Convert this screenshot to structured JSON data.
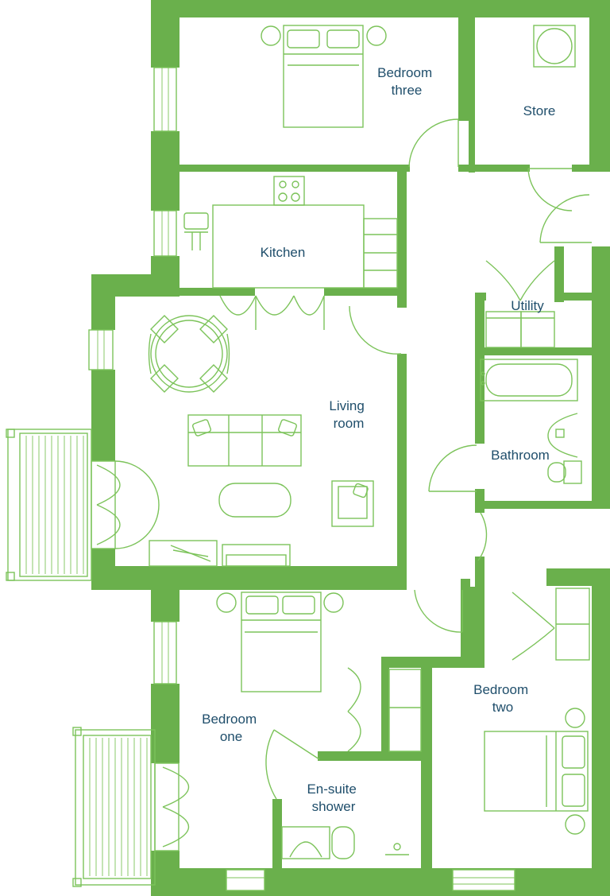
{
  "colors": {
    "wall": "#6ab04c",
    "line": "#7cc35a",
    "label": "#1f4e6b"
  },
  "rooms": {
    "bedroom_three": [
      "Bedroom",
      "three"
    ],
    "store": [
      "Store"
    ],
    "kitchen": [
      "Kitchen"
    ],
    "utility": [
      "Utility"
    ],
    "living_room": [
      "Living",
      "room"
    ],
    "bathroom": [
      "Bathroom"
    ],
    "bedroom_one": [
      "Bedroom",
      "one"
    ],
    "bedroom_two": [
      "Bedroom",
      "two"
    ],
    "ensuite": [
      "En-suite",
      "shower"
    ]
  }
}
